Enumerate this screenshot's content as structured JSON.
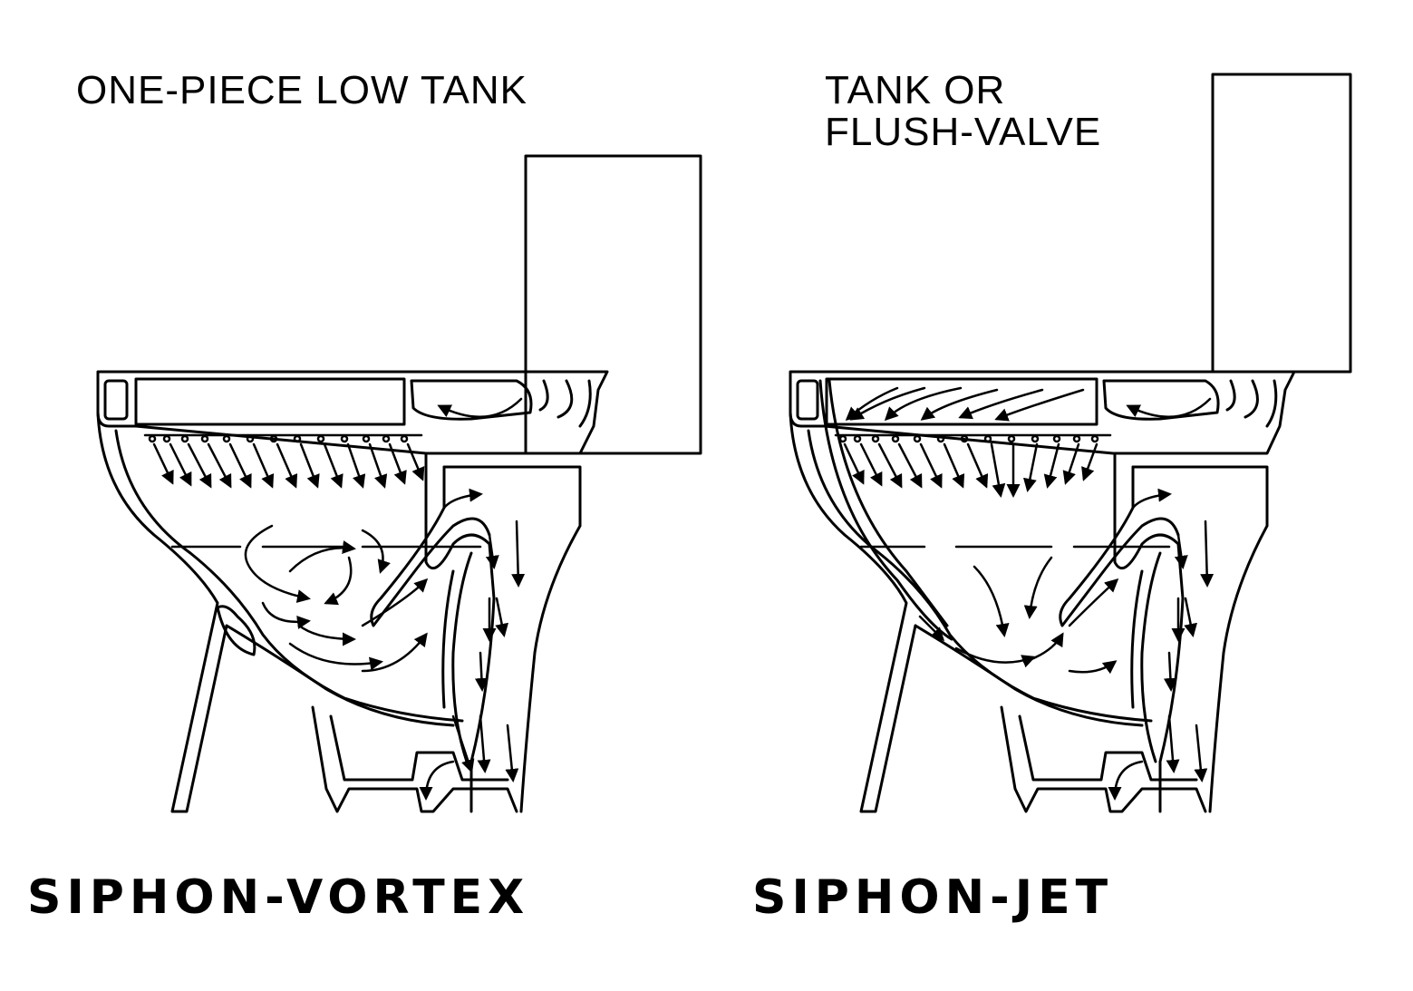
{
  "diagrams": [
    {
      "top_label": "ONE-PIECE LOW TANK",
      "caption": "SIPHON-VORTEX"
    },
    {
      "top_label_lines": [
        "TANK OR",
        "FLUSH-VALVE"
      ],
      "caption": "SIPHON-JET"
    }
  ],
  "colors": {
    "ink": "#000000",
    "paper": "#ffffff"
  }
}
